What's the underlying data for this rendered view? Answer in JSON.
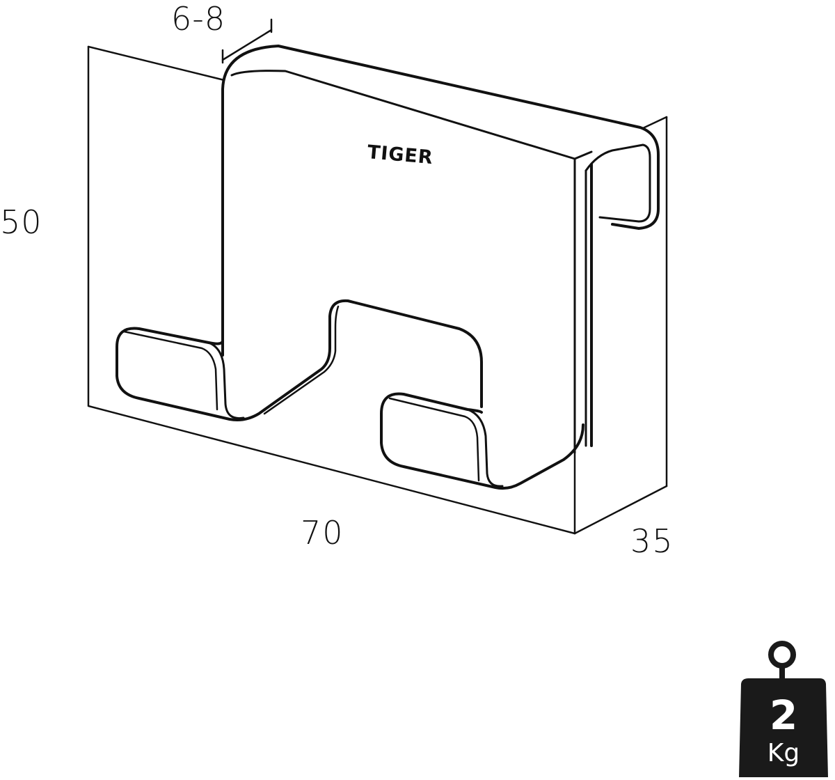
{
  "drawing": {
    "brand_label": "TIGER",
    "dimensions": {
      "door_thickness": "6-8",
      "height": "50",
      "width": "70",
      "depth": "35"
    },
    "stroke_color": "#111111",
    "background_color": "#ffffff"
  },
  "weight_badge": {
    "icon": "weight-icon",
    "value": "2",
    "unit": "Kg",
    "fill_color": "#1a1a1a"
  }
}
